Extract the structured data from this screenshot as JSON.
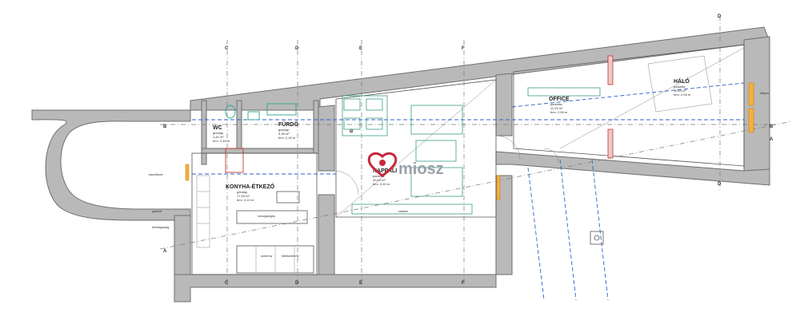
{
  "rooms": {
    "wc": {
      "name": "WC",
      "floor": "greslap",
      "area": "1,44 m²",
      "height": "bm= 2,40 m"
    },
    "furdo": {
      "name": "FÜRDŐ",
      "floor": "greslap",
      "area": "5,38 m²",
      "height": "bm= 2,40 m"
    },
    "konyha": {
      "name": "KONYHA-ÉTKEZŐ",
      "floor": "greslap",
      "area": "17,95 m²",
      "height": "bm= 3,10 m"
    },
    "nappali": {
      "name": "NAPPALI",
      "floor": "parketta",
      "area": "40,00 m²",
      "height": "bm= 3,40 m"
    },
    "office": {
      "name": "OFFICE",
      "floor": "parketta",
      "area": "11,93 m²",
      "height": "bm= 2,55 m"
    },
    "halo": {
      "name": "HÁLÓ",
      "floor": "parketta",
      "area": "10,63 m²",
      "height": "bm= 2,55 m"
    }
  },
  "axes": {
    "A": "A",
    "B": "B",
    "C": "C",
    "D": "D",
    "E": "E",
    "F": "F"
  },
  "annotations": {
    "radiator": "radiátor",
    "mosogep": "mosogatógép",
    "hutoszekreny": "hűtőszekrény",
    "szekreny": "szekrény",
    "gardrob": "gardrób",
    "kiszellozes": "kiszellőzés",
    "kilepes": "kilépés",
    "belmagassag": "belmagasság"
  },
  "logo": {
    "text": "miosz",
    "color": "#c8283c"
  }
}
